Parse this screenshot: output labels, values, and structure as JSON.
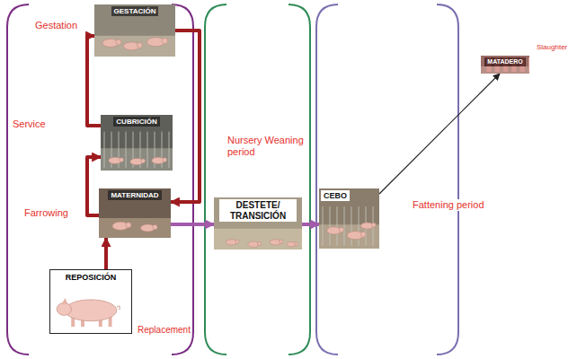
{
  "diagram": {
    "nodes": [
      {
        "text": [
          "GESTACIÓN"
        ]
      },
      {
        "text": [
          "CUBRICIÓN"
        ]
      },
      {
        "text": [
          "MATERNIDAD"
        ]
      },
      {
        "text": [
          "REPOSICIÓN"
        ]
      },
      {
        "text": [
          "DESTETE/ TRANSICIÓN"
        ]
      },
      {
        "text": [
          "CEBO"
        ]
      },
      {
        "text": [
          "MATADERO"
        ]
      }
    ],
    "edges": [
      {
        "from": 3,
        "to": 2,
        "arrow": "to"
      },
      {
        "from": 2,
        "to": 1,
        "arrow": "to"
      },
      {
        "from": 1,
        "to": 0,
        "arrow": "to"
      },
      {
        "from": 0,
        "to": 2,
        "arrow": "to"
      },
      {
        "from": 2,
        "to": 4,
        "arrow": "to"
      },
      {
        "from": 4,
        "to": 5,
        "arrow": "to"
      },
      {
        "from": 5,
        "to": 6,
        "arrow": "to"
      }
    ],
    "labels": [
      "Gestation",
      "Service",
      "Farrowing",
      "Replacement",
      "Nursery Weaning period",
      "Fattening period",
      "Slaughter"
    ]
  }
}
